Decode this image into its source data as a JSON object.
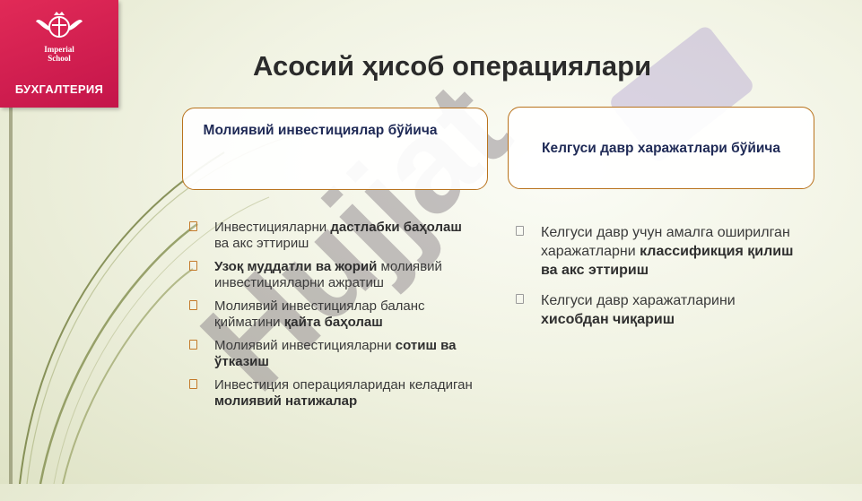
{
  "logo": {
    "school_line1": "Imperial",
    "school_line2": "School",
    "department": "БУХГАЛТЕРИЯ"
  },
  "watermark": {
    "text": "Hujjat"
  },
  "title": "Асосий ҳисоб операциялари",
  "left_box": {
    "heading": "Молиявий инвестициялар бўйича",
    "items": [
      [
        {
          "t": "Инвестицияларни ",
          "b": false
        },
        {
          "t": "дастлабки баҳолаш",
          "b": true
        },
        {
          "t": " ва акс эттириш",
          "b": false
        }
      ],
      [
        {
          "t": "Узоқ муддатли ва жорий",
          "b": true
        },
        {
          "t": " молиявий инвестицияларни ажратиш",
          "b": false
        }
      ],
      [
        {
          "t": "Молиявий инвестициялар баланс қийматини ",
          "b": false
        },
        {
          "t": "қайта баҳолаш",
          "b": true
        }
      ],
      [
        {
          "t": "Молиявий инвестицияларни ",
          "b": false
        },
        {
          "t": "сотиш ва ўтказиш",
          "b": true
        }
      ],
      [
        {
          "t": "Инвестиция операцияларидан келадиган ",
          "b": false
        },
        {
          "t": "молиявий натижалар",
          "b": true
        }
      ]
    ]
  },
  "right_box": {
    "heading": "Келгуси давр харажатлари бўйича",
    "items": [
      [
        {
          "t": "Келгуси давр учун амалга оширилган харажатларни ",
          "b": false
        },
        {
          "t": "классификция қилиш ва акс эттириш",
          "b": true
        }
      ],
      [
        {
          "t": "Келгуси давр харажатларини ",
          "b": false
        },
        {
          "t": "хисобдан чиқариш",
          "b": true
        }
      ]
    ]
  },
  "colors": {
    "logo_bg": "#d31b50",
    "box_border": "#b9731d",
    "box_text": "#1f2a56",
    "title": "#2b2b2b"
  }
}
